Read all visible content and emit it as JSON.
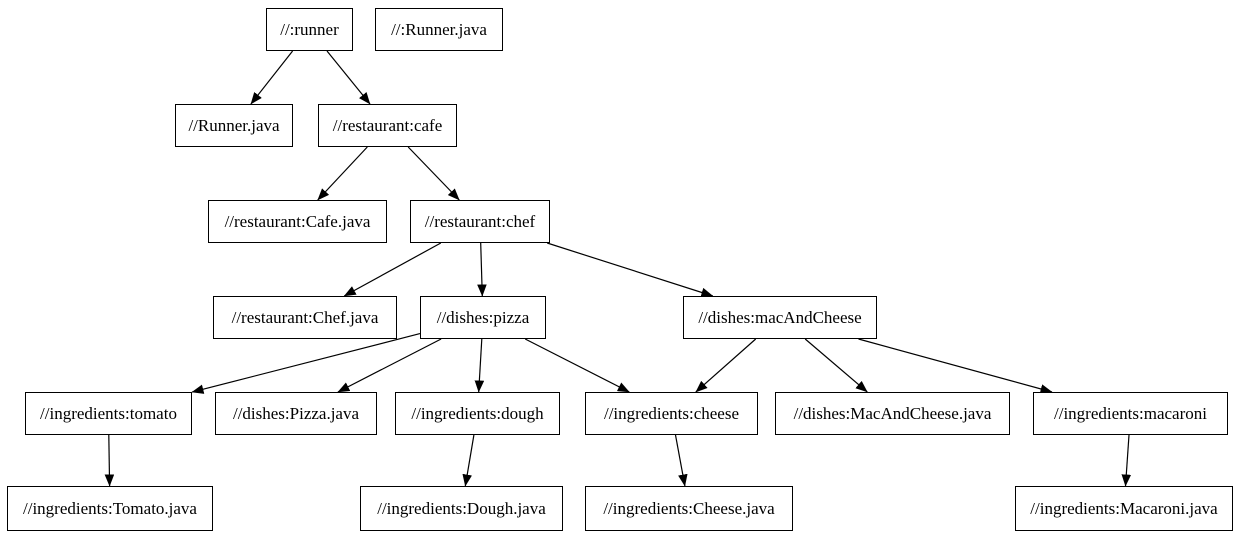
{
  "diagram": {
    "type": "dependency-graph",
    "colors": {
      "background": "#ffffff",
      "node_fill": "#ffffff",
      "node_border": "#000000",
      "edge": "#000000",
      "text": "#000000"
    },
    "nodes": [
      {
        "id": "runner",
        "label": "//:runner"
      },
      {
        "id": "runner_java_root",
        "label": "//:Runner.java"
      },
      {
        "id": "runner_java",
        "label": "//Runner.java"
      },
      {
        "id": "cafe",
        "label": "//restaurant:cafe"
      },
      {
        "id": "cafe_java",
        "label": "//restaurant:Cafe.java"
      },
      {
        "id": "chef",
        "label": "//restaurant:chef"
      },
      {
        "id": "chef_java",
        "label": "//restaurant:Chef.java"
      },
      {
        "id": "pizza",
        "label": "//dishes:pizza"
      },
      {
        "id": "mac_and_cheese",
        "label": "//dishes:macAndCheese"
      },
      {
        "id": "tomato",
        "label": "//ingredients:tomato"
      },
      {
        "id": "pizza_java",
        "label": "//dishes:Pizza.java"
      },
      {
        "id": "dough",
        "label": "//ingredients:dough"
      },
      {
        "id": "cheese",
        "label": "//ingredients:cheese"
      },
      {
        "id": "mac_and_cheese_java",
        "label": "//dishes:MacAndCheese.java"
      },
      {
        "id": "macaroni",
        "label": "//ingredients:macaroni"
      },
      {
        "id": "tomato_java",
        "label": "//ingredients:Tomato.java"
      },
      {
        "id": "dough_java",
        "label": "//ingredients:Dough.java"
      },
      {
        "id": "cheese_java",
        "label": "//ingredients:Cheese.java"
      },
      {
        "id": "macaroni_java",
        "label": "//ingredients:Macaroni.java"
      }
    ],
    "edges": [
      {
        "from": "runner",
        "to": "runner_java"
      },
      {
        "from": "runner",
        "to": "cafe"
      },
      {
        "from": "cafe",
        "to": "cafe_java"
      },
      {
        "from": "cafe",
        "to": "chef"
      },
      {
        "from": "chef",
        "to": "chef_java"
      },
      {
        "from": "chef",
        "to": "pizza"
      },
      {
        "from": "chef",
        "to": "mac_and_cheese"
      },
      {
        "from": "pizza",
        "to": "tomato"
      },
      {
        "from": "pizza",
        "to": "pizza_java"
      },
      {
        "from": "pizza",
        "to": "dough"
      },
      {
        "from": "pizza",
        "to": "cheese"
      },
      {
        "from": "mac_and_cheese",
        "to": "cheese"
      },
      {
        "from": "mac_and_cheese",
        "to": "mac_and_cheese_java"
      },
      {
        "from": "mac_and_cheese",
        "to": "macaroni"
      },
      {
        "from": "tomato",
        "to": "tomato_java"
      },
      {
        "from": "dough",
        "to": "dough_java"
      },
      {
        "from": "cheese",
        "to": "cheese_java"
      },
      {
        "from": "macaroni",
        "to": "macaroni_java"
      }
    ]
  }
}
